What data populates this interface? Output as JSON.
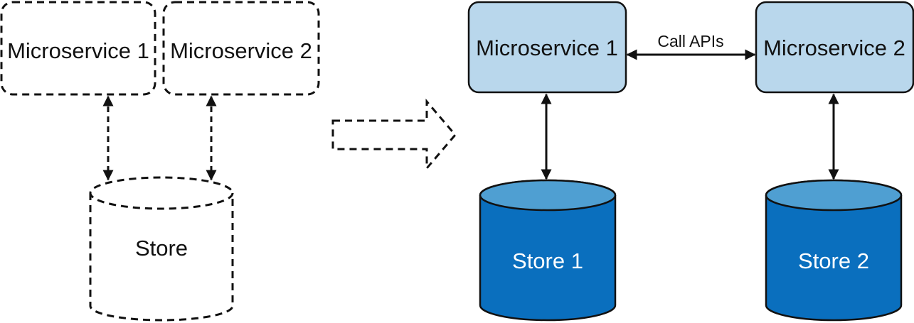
{
  "before": {
    "service_a": "Microservice 1",
    "service_b": "Microservice 2",
    "store": "Store"
  },
  "after": {
    "service_a": "Microservice 1",
    "service_b": "Microservice 2",
    "store_a": "Store 1",
    "store_b": "Store 2",
    "link_label": "Call APIs"
  },
  "colors": {
    "service_fill": "#b9d7ec",
    "store_body": "#0a6fbe",
    "store_top": "#4f9fd2",
    "line": "#111111"
  }
}
